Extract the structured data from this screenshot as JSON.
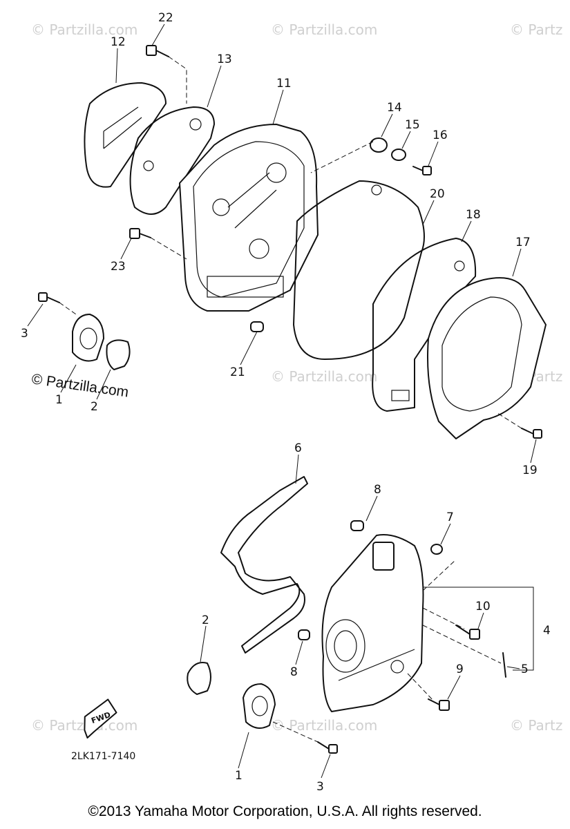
{
  "watermark": {
    "short": "© Partzilla.com",
    "cut": "© Partz",
    "prominent": "© Partzilla.com"
  },
  "diagram": {
    "code": "2LK171-7140",
    "fwd_label": "FWD",
    "callouts": {
      "c22": "22",
      "c12": "12",
      "c13": "13",
      "c11": "11",
      "c14": "14",
      "c15": "15",
      "c16": "16",
      "c20": "20",
      "c18": "18",
      "c17": "17",
      "c23": "23",
      "c3a": "3",
      "c1a": "1",
      "c2a": "2",
      "c21": "21",
      "c19": "19",
      "c6": "6",
      "c8a": "8",
      "c7": "7",
      "c10": "10",
      "c4": "4",
      "c5": "5",
      "c2b": "2",
      "c8b": "8",
      "c9": "9",
      "c1b": "1",
      "c3b": "3"
    }
  },
  "footer": {
    "copyright": "©2013  Yamaha Motor Corporation, U.S.A. All rights reserved."
  }
}
